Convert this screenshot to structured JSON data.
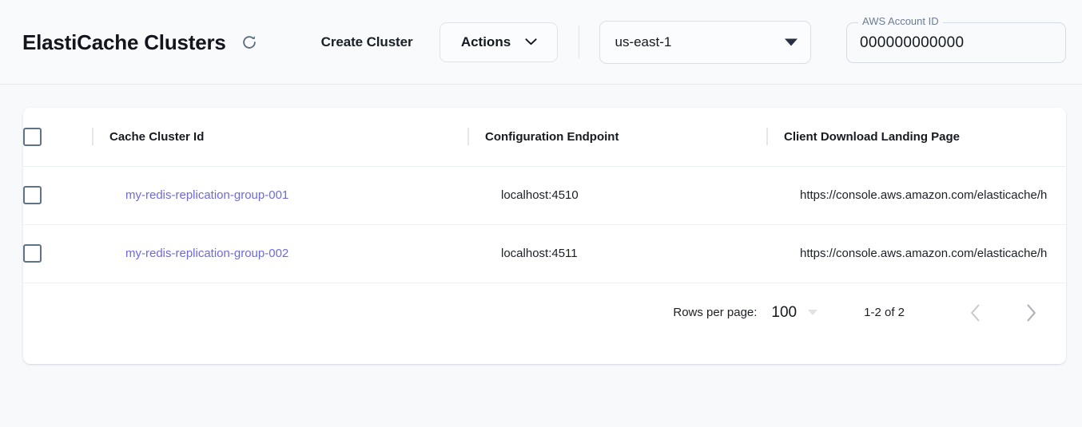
{
  "header": {
    "title": "ElastiCache Clusters",
    "refresh_icon": "refresh-icon",
    "create_cluster_label": "Create Cluster",
    "actions_label": "Actions",
    "actions_caret_icon": "chevron-down-icon",
    "region": {
      "value": "us-east-1",
      "caret_icon": "caret-down-icon"
    },
    "account": {
      "label": "AWS Account ID",
      "value": "000000000000"
    }
  },
  "table": {
    "columns": [
      "Cache Cluster Id",
      "Configuration Endpoint",
      "Client Download Landing Page"
    ],
    "rows": [
      {
        "cluster_id": "my-redis-replication-group-001",
        "configuration_endpoint": "localhost:4510",
        "client_download_landing_page": "https://console.aws.amazon.com/elasticache/h"
      },
      {
        "cluster_id": "my-redis-replication-group-002",
        "configuration_endpoint": "localhost:4511",
        "client_download_landing_page": "https://console.aws.amazon.com/elasticache/h"
      }
    ]
  },
  "pagination": {
    "rows_per_page_label": "Rows per page:",
    "rows_per_page_value": "100",
    "range_label": "1-2 of 2",
    "prev_icon": "chevron-left-icon",
    "next_icon": "chevron-right-icon"
  },
  "colors": {
    "page_bg": "#f7f9fb",
    "topbar_bg": "#f8fafc",
    "card_bg": "#ffffff",
    "link": "#6d6ae0",
    "text": "#1b2026",
    "muted": "#6b7d93",
    "checkbox_border": "#5f7289",
    "divider": "#eceff2"
  }
}
